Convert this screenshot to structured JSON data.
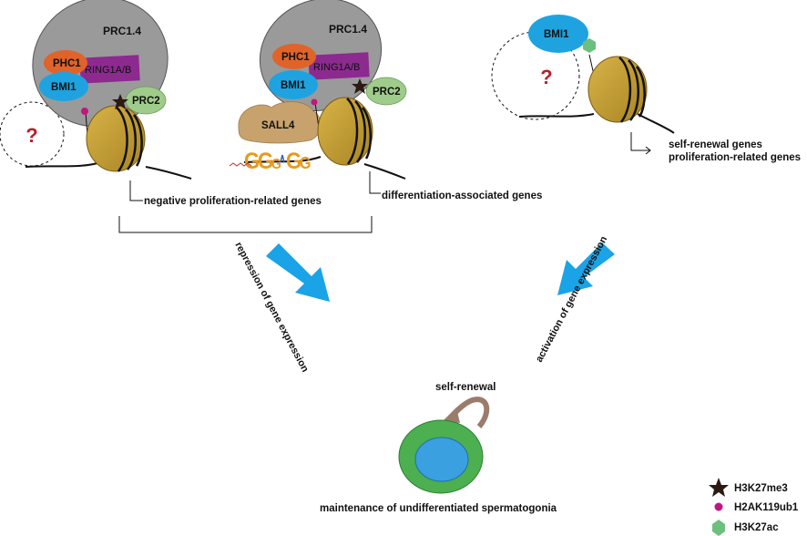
{
  "complexes": {
    "left": {
      "prc": "PRC1.4",
      "phc": "PHC1",
      "ring": "RING1A/B",
      "bmi": "BMI1",
      "prc2": "PRC2",
      "unknown": "?"
    },
    "middle": {
      "prc": "PRC1.4",
      "phc": "PHC1",
      "ring": "RING1A/B",
      "bmi": "BMI1",
      "prc2": "PRC2",
      "sall4": "SALL4",
      "motif": [
        "G",
        "G",
        "G",
        "G",
        "G"
      ]
    },
    "right": {
      "bmi": "BMI1",
      "unknown": "?"
    }
  },
  "gene_labels": {
    "negative_proliferation": "negative proliferation-related genes",
    "differentiation": "differentiation-associated genes",
    "self_renewal_genes": "self-renewal genes",
    "proliferation_genes": "proliferation-related genes"
  },
  "arrows": {
    "repression": "repression of gene expression",
    "activation": "activation of gene expression"
  },
  "outcome": {
    "self_renewal": "self-renewal",
    "maintenance": "maintenance of undifferentiated spermatogonia"
  },
  "legend": [
    {
      "label": "H3K27me3",
      "symbol": "star",
      "color": "#2a1a12"
    },
    {
      "label": "H2AK119ub1",
      "symbol": "dot",
      "color": "#c0177f"
    },
    {
      "label": "H3K27ac",
      "symbol": "hexagon",
      "color": "#6dbf7e"
    }
  ],
  "colors": {
    "prc14": "#9a9a9a",
    "phc1": "#e0632a",
    "ring": "#8c2a8f",
    "bmi1": "#1ea3e0",
    "prc2": "#9fcc8a",
    "nucleosome": "#c9a13a",
    "sall4": "#c8a26d",
    "arrow": "#1aa3e6",
    "cell_outer": "#4caf50",
    "cell_inner": "#3aa0e0",
    "self_renewal_arrow": "#9b7b6c",
    "question": "#b8202a"
  }
}
